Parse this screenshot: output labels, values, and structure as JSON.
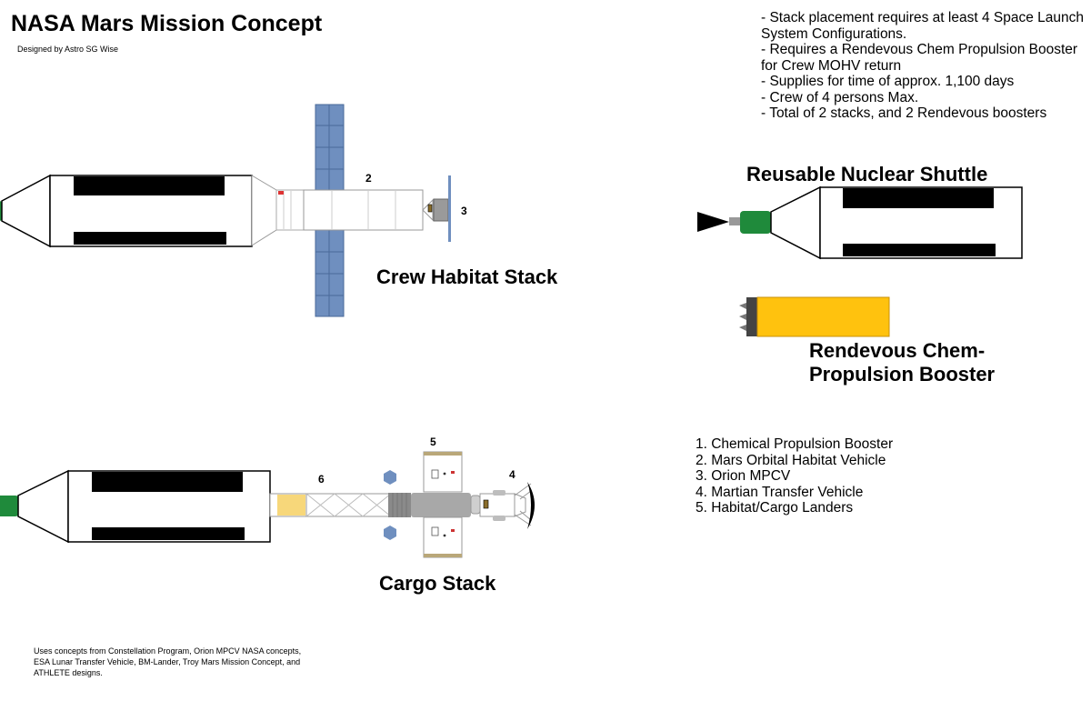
{
  "title": "NASA Mars Mission Concept",
  "designer": "Designed by Astro SG Wise",
  "notes": [
    "- Stack placement requires at least 4 Space Launch System Configurations.",
    "- Requires a Rendevous Chem Propulsion Booster for Crew MOHV return",
    "- Supplies for time of approx. 1,100 days",
    "- Crew of 4 persons Max.",
    "- Total of 2 stacks, and 2 Rendevous boosters"
  ],
  "labels": {
    "crew_stack": "Crew Habitat Stack",
    "cargo_stack": "Cargo Stack",
    "shuttle": "Reusable Nuclear Shuttle",
    "booster": "Rendevous Chem-Propulsion Booster"
  },
  "markers": {
    "crew_hab": "2",
    "crew_orion": "3",
    "cargo_landers": "5",
    "cargo_transfer": "4",
    "cargo_truss": "6"
  },
  "legend": [
    "1. Chemical Propulsion Booster",
    "2. Mars Orbital Habitat Vehicle",
    "3. Orion MPCV",
    "4. Martian Transfer Vehicle",
    "5. Habitat/Cargo Landers"
  ],
  "credits": "Uses concepts from Constellation Program, Orion MPCV NASA concepts, ESA Lunar Transfer Vehicle, BM-Lander, Troy Mars Mission Concept, and ATHLETE designs.",
  "colors": {
    "engine_green": "#1f8a3b",
    "solar_blue": "#6f8fbf",
    "booster_yellow": "#ffc20e",
    "truss_yellow": "#f7d77a",
    "structure_gray": "#a8a8a8",
    "lander_tan": "#b9a779"
  }
}
